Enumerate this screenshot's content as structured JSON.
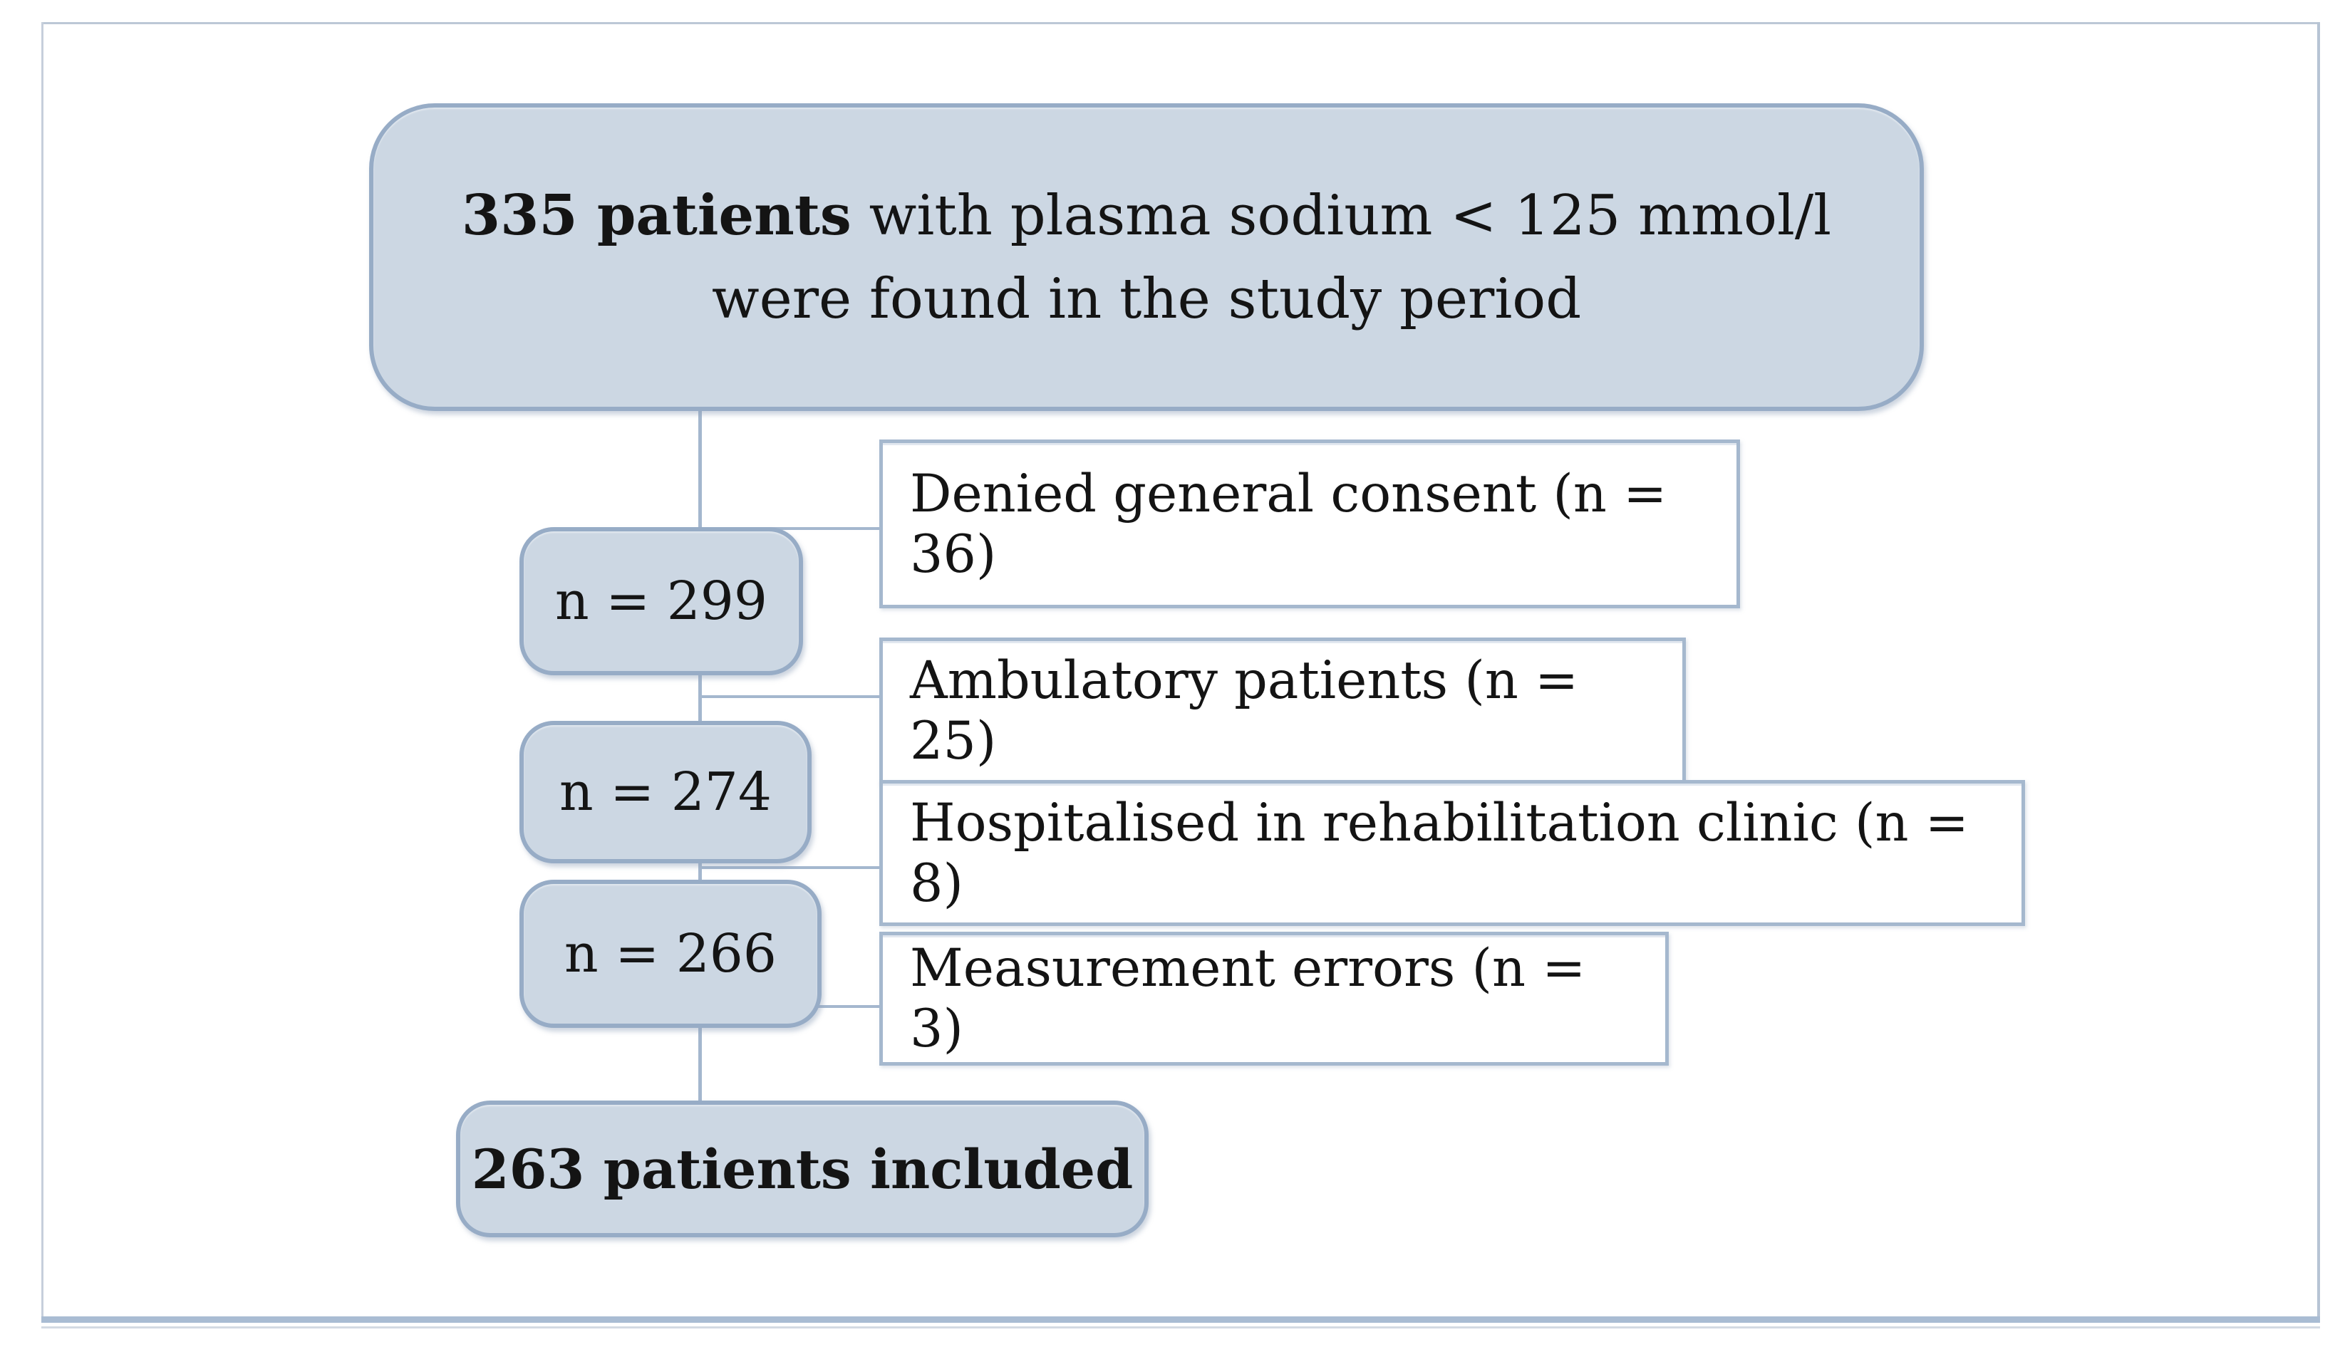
{
  "figure": {
    "type": "patient-flow-diagram",
    "top_box": {
      "bold_text": "335 patients",
      "normal_text": " with plasma sodium < 125 mmol/l were found in the study period"
    },
    "counts": [
      {
        "label": "n = 299"
      },
      {
        "label": "n = 274"
      },
      {
        "label": "n = 266"
      }
    ],
    "exclusions": [
      {
        "label": "Denied general consent (n = 36)"
      },
      {
        "label": "Ambulatory patients (n = 25)"
      },
      {
        "label": "Hospitalised in rehabilitation clinic (n = 8)"
      },
      {
        "label": "Measurement errors (n = 3)"
      }
    ],
    "included_box": {
      "label": "263 patients included"
    },
    "colors": {
      "gray_box_fill": "#ccd7e3",
      "gray_box_border": "#97acc6",
      "white_box_border": "#a5b8ce",
      "connector_line": "#a4b7ce",
      "bottom_rule": "#a9bcd3",
      "frame_rule": "#bcc8d6",
      "text": "#141414"
    }
  }
}
